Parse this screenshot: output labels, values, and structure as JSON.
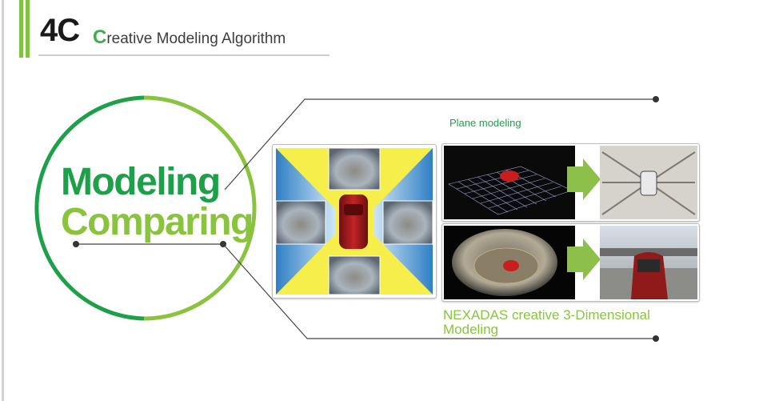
{
  "header": {
    "code": "4C",
    "title_first_letter": "C",
    "title_rest": "reative Modeling Algorithm"
  },
  "circle_label": {
    "line1": "Modeling",
    "line2": "Comparing"
  },
  "captions": {
    "plane": "Plane modeling",
    "nexadas": "NEXADAS creative 3-Dimensional Modeling"
  },
  "colors": {
    "green_dark": "#1ea04a",
    "green_light": "#8ac43f",
    "arrow_green": "#8cc04b",
    "car_red": "#9a1b1b"
  }
}
